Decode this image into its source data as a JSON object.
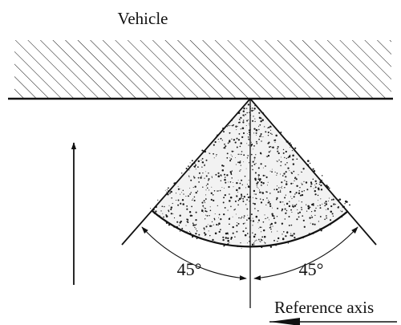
{
  "labels": {
    "vehicle": "Vehicle",
    "angle_left": "45°",
    "angle_right": "45°",
    "reference_axis": "Reference axis"
  },
  "angles": {
    "left_deg": 45,
    "right_deg": 45
  },
  "colors": {
    "ink": "#111111",
    "background": "#ffffff"
  }
}
